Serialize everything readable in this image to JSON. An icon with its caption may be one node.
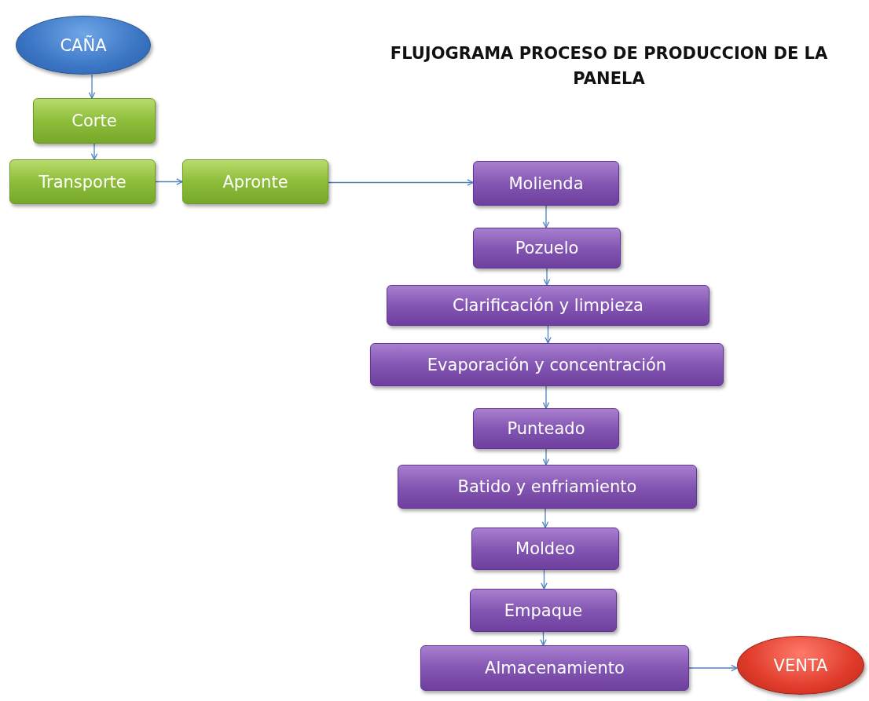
{
  "diagram": {
    "title": "FLUJOGRAMA PROCESO DE PRODUCCION DE LA PANELA",
    "nodes": [
      {
        "text": [
          "CAÑA"
        ]
      },
      {
        "text": [
          "Corte"
        ]
      },
      {
        "text": [
          "Transporte"
        ]
      },
      {
        "text": [
          "Apronte"
        ]
      },
      {
        "text": [
          "Molienda"
        ]
      },
      {
        "text": [
          "Pozuelo"
        ]
      },
      {
        "text": [
          "Clarificación y limpieza"
        ]
      },
      {
        "text": [
          "Evaporación y concentración"
        ]
      },
      {
        "text": [
          "Punteado"
        ]
      },
      {
        "text": [
          "Batido y enfriamiento"
        ]
      },
      {
        "text": [
          "Moldeo"
        ]
      },
      {
        "text": [
          "Empaque"
        ]
      },
      {
        "text": [
          "Almacenamiento"
        ]
      },
      {
        "text": [
          "VENTA"
        ]
      }
    ],
    "edges": [
      {
        "from": 0,
        "to": 1,
        "arrow": "to"
      },
      {
        "from": 1,
        "to": 2,
        "arrow": "to"
      },
      {
        "from": 2,
        "to": 3,
        "arrow": "to"
      },
      {
        "from": 3,
        "to": 4,
        "arrow": "to"
      },
      {
        "from": 4,
        "to": 5,
        "arrow": "to"
      },
      {
        "from": 5,
        "to": 6,
        "arrow": "to"
      },
      {
        "from": 6,
        "to": 7,
        "arrow": "to"
      },
      {
        "from": 7,
        "to": 8,
        "arrow": "to"
      },
      {
        "from": 8,
        "to": 9,
        "arrow": "to"
      },
      {
        "from": 9,
        "to": 10,
        "arrow": "to"
      },
      {
        "from": 10,
        "to": 11,
        "arrow": "to"
      },
      {
        "from": 11,
        "to": 12,
        "arrow": "to"
      },
      {
        "from": 12,
        "to": 13,
        "arrow": "to"
      }
    ]
  }
}
